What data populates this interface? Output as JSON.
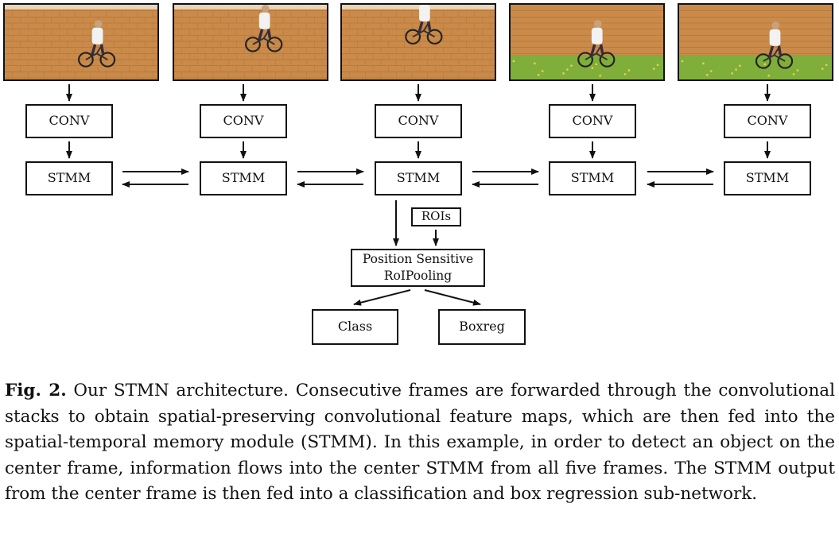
{
  "frames": [
    {
      "ground": "wall",
      "rider": "mid-wall"
    },
    {
      "ground": "wall",
      "rider": "mid-wall"
    },
    {
      "ground": "wall",
      "rider": "jump"
    },
    {
      "ground": "grass",
      "rider": "landing"
    },
    {
      "ground": "grass",
      "rider": "riding"
    }
  ],
  "colors": {
    "brick": "#c98a4a",
    "brick_dark": "#9a5e2c",
    "grass": "#7fae3a",
    "sky": "#f4e7d2",
    "border": "#111111"
  },
  "diagram": {
    "conv_label": "CONV",
    "stmm_label": "STMM",
    "rois_label": "ROIs",
    "pooling_line1": "Position Sensitive",
    "pooling_line2": "RoIPooling",
    "class_label": "Class",
    "boxreg_label": "Boxreg"
  },
  "caption": {
    "label": "Fig. 2.",
    "text": "Our STMN architecture. Consecutive frames are forwarded through the convolutional stacks to obtain spatial-preserving convolutional feature maps, which are then fed into the spatial-temporal memory module (STMM). In this example, in order to detect an object on the center frame, information flows into the center STMM from all five frames. The STMM output from the center frame is then fed into a classification and box regression sub-network."
  }
}
